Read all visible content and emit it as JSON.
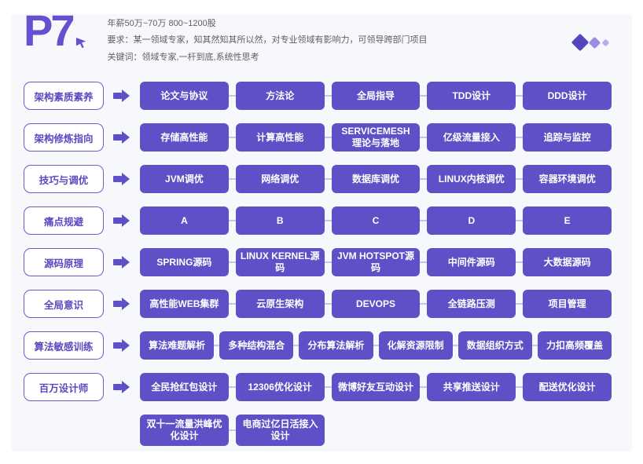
{
  "header": {
    "logo": "P7",
    "salary_line": "年薪50万~70万 800~1200股",
    "requirement_line": "要求：某一领域专家，知其然知其所以然，对专业领域有影响力，可领导跨部门项目",
    "keywords_line": "关键词：领域专家,一杆到底,系统性思考"
  },
  "colors": {
    "accent_purple": "#5e50c7",
    "logo_purple": "#6351cf",
    "category_border": "#6a5ccd",
    "category_text": "#5a49c0",
    "connector_line": "#c9c2ec",
    "card_background": "#f7f8fb",
    "diamond_colors": [
      "#5546be",
      "#9c8de2",
      "#b7abee"
    ],
    "body_text": "#5f5f5f"
  },
  "rows": [
    {
      "category": "架构素质素养",
      "items": [
        "论文与协议",
        "方法论",
        "全局指导",
        "TDD设计",
        "DDD设计"
      ]
    },
    {
      "category": "架构修炼指向",
      "items": [
        "存储高性能",
        "计算高性能",
        "SERVICEMESH\n理论与落地",
        "亿级流量接入",
        "追踪与监控"
      ]
    },
    {
      "category": "技巧与调优",
      "items": [
        "JVM调优",
        "网络调优",
        "数据库调优",
        "LINUX内核调优",
        "容器环境调优"
      ]
    },
    {
      "category": "痛点规避",
      "items": [
        "A",
        "B",
        "C",
        "D",
        "E"
      ]
    },
    {
      "category": "源码原理",
      "items": [
        "SPRING源码",
        "LINUX KERNEL源码",
        "JVM HOTSPOT源码",
        "中间件源码",
        "大数据源码"
      ]
    },
    {
      "category": "全局意识",
      "items": [
        "高性能WEB集群",
        "云原生架构",
        "DEVOPS",
        "全链路压测",
        "项目管理"
      ]
    },
    {
      "category": "算法敏感训练",
      "items": [
        "算法难题解析",
        "多种结构混合",
        "分布算法解析",
        "化解资源限制",
        "数据组织方式",
        "力扣高频覆盖"
      ]
    },
    {
      "category": "百万设计师",
      "items": [
        "全民抢红包设计",
        "12306优化设计",
        "微博好友互动设计",
        "共享推送设计",
        "配送优化设计"
      ]
    },
    {
      "category": "",
      "items": [
        "双十一流量洪峰优化设计",
        "电商过亿日活接入设计"
      ]
    }
  ]
}
